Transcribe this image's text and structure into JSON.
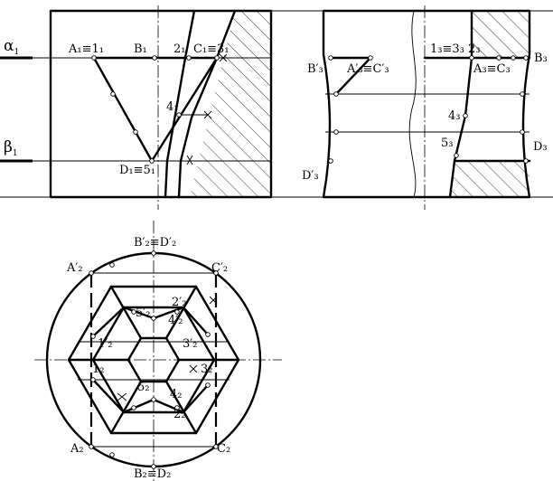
{
  "labels": {
    "alpha": {
      "main": "α",
      "sub": "1"
    },
    "beta": {
      "main": "β",
      "sub": "1"
    },
    "A1": "A₁≡1₁",
    "B1": "B₁",
    "two1": "2₁",
    "C1": "C₁≡3₁",
    "four1": "4₁",
    "D1": "D₁≡5₁",
    "Bp3": "B′₃",
    "ApC3": "A′₃≡C′₃",
    "one3": "1₃≡3₃",
    "two3": "2₃",
    "A3C3": "A₃≡C₃",
    "B3": "B₃",
    "four3": "4₃",
    "five3": "5₃",
    "D3": "D₃",
    "Dp3": "D′₃",
    "BpDp2": "B′₂≡D′₂",
    "Ap2": "A′₂",
    "Cp2": "C′₂",
    "fivep2": "5′₂",
    "twop2": "2′₂",
    "fourp2": "4′₂",
    "onep2": "1′₂",
    "threep2": "3′₂",
    "one2": "1₂",
    "three2": "3₂",
    "five2": "5₂",
    "four2": "4₂",
    "two2": "2₂",
    "A2": "A₂",
    "C2": "C₂",
    "BD2": "B₂≡D₂"
  }
}
